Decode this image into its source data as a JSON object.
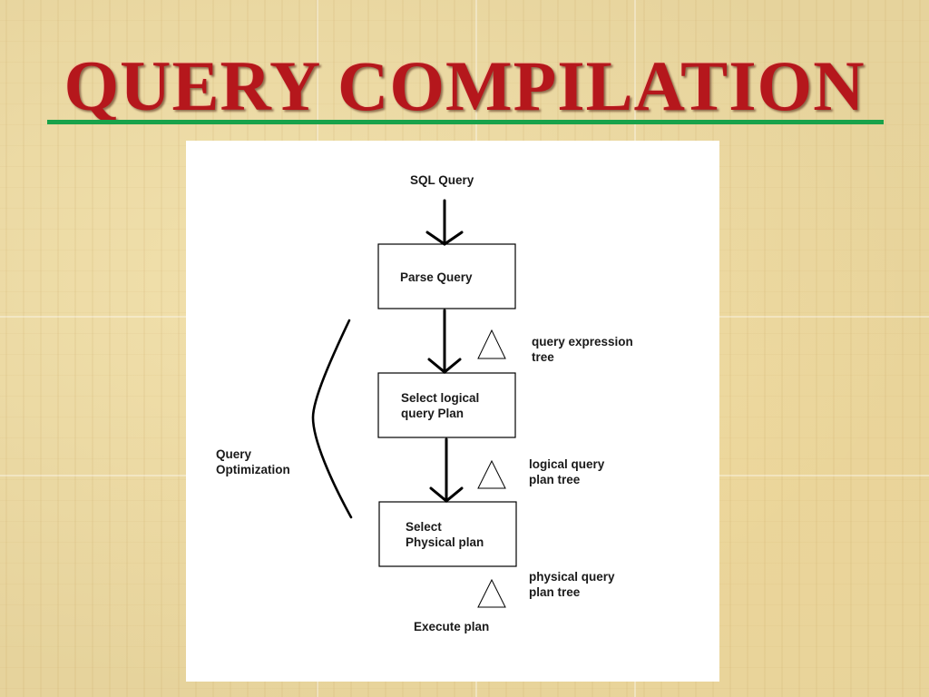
{
  "slide": {
    "title": "QUERY COMPILATION",
    "title_color": "#b5171c",
    "rule_color": "#19a24a"
  },
  "diagram": {
    "start_label": "SQL Query",
    "steps": [
      {
        "label": "Parse Query"
      },
      {
        "label": "Select logical\nquery Plan"
      },
      {
        "label": "Select\nPhysical plan"
      }
    ],
    "outputs": [
      {
        "label": "query expression\ntree",
        "icon": "triangle-icon"
      },
      {
        "label": "logical query\nplan tree",
        "icon": "triangle-icon"
      },
      {
        "label": "physical query\nplan tree",
        "icon": "triangle-icon"
      }
    ],
    "end_label": "Execute plan",
    "group_label": "Query\nOptimization"
  }
}
